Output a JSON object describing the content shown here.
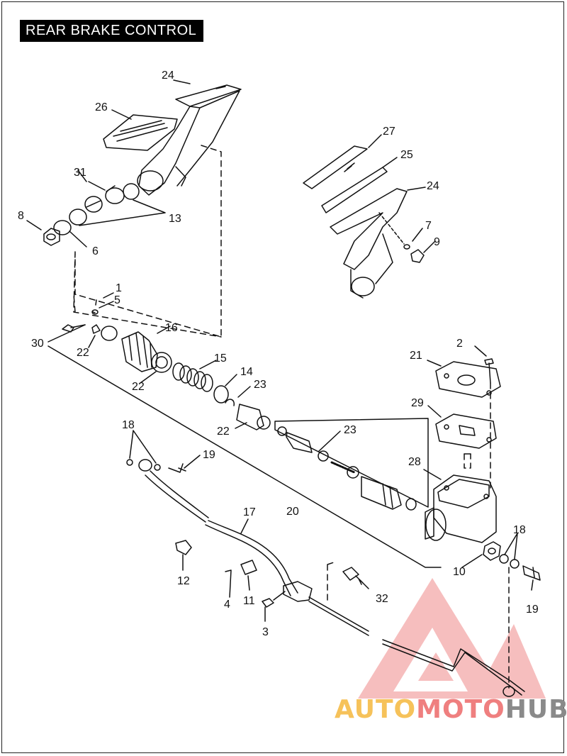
{
  "title": "REAR BRAKE CONTROL",
  "labels": [
    {
      "id": "24a",
      "text": "24"
    },
    {
      "id": "26",
      "text": "26"
    },
    {
      "id": "31",
      "text": "31"
    },
    {
      "id": "13",
      "text": "13"
    },
    {
      "id": "8",
      "text": "8"
    },
    {
      "id": "6",
      "text": "6"
    },
    {
      "id": "27",
      "text": "27"
    },
    {
      "id": "25",
      "text": "25"
    },
    {
      "id": "24b",
      "text": "24"
    },
    {
      "id": "7",
      "text": "7"
    },
    {
      "id": "9",
      "text": "9"
    },
    {
      "id": "1",
      "text": "1"
    },
    {
      "id": "5",
      "text": "5"
    },
    {
      "id": "16",
      "text": "16"
    },
    {
      "id": "30",
      "text": "30"
    },
    {
      "id": "22a",
      "text": "22"
    },
    {
      "id": "22b",
      "text": "22"
    },
    {
      "id": "15",
      "text": "15"
    },
    {
      "id": "14",
      "text": "14"
    },
    {
      "id": "23a",
      "text": "23"
    },
    {
      "id": "22c",
      "text": "22"
    },
    {
      "id": "23b",
      "text": "23"
    },
    {
      "id": "2",
      "text": "2"
    },
    {
      "id": "21",
      "text": "21"
    },
    {
      "id": "29",
      "text": "29"
    },
    {
      "id": "28",
      "text": "28"
    },
    {
      "id": "18a",
      "text": "18"
    },
    {
      "id": "19a",
      "text": "19"
    },
    {
      "id": "17",
      "text": "17"
    },
    {
      "id": "20",
      "text": "20"
    },
    {
      "id": "12",
      "text": "12"
    },
    {
      "id": "4",
      "text": "4"
    },
    {
      "id": "11",
      "text": "11"
    },
    {
      "id": "3",
      "text": "3"
    },
    {
      "id": "32",
      "text": "32"
    },
    {
      "id": "18b",
      "text": "18"
    },
    {
      "id": "10",
      "text": "10"
    },
    {
      "id": "19b",
      "text": "19"
    }
  ],
  "watermark": {
    "part1": "AUTO",
    "part2": "MOTO",
    "part3": "HUB"
  }
}
